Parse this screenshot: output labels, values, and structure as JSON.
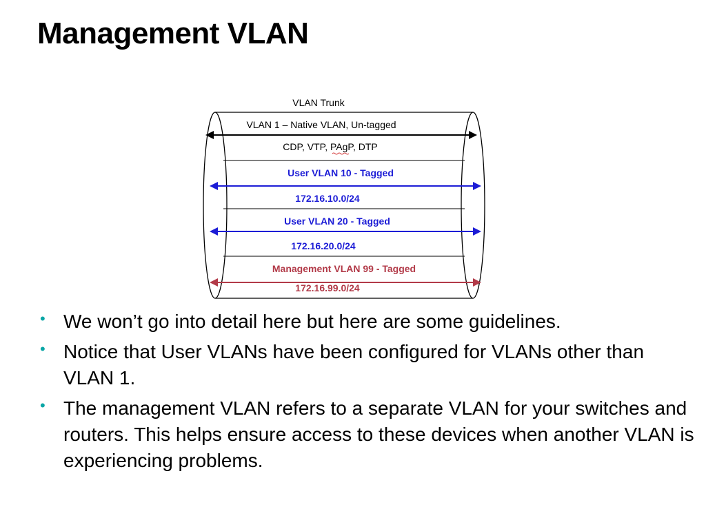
{
  "slide": {
    "title": "Management VLAN"
  },
  "diagram": {
    "trunk_title": "VLAN Trunk",
    "native": {
      "label": "VLAN 1 – Native VLAN, Un-tagged",
      "protocols": "CDP, VTP, PAgP, DTP",
      "color": "#000000"
    },
    "vlan10": {
      "label": "User VLAN 10 - Tagged",
      "subnet": "172.16.10.0/24",
      "color": "#1c1cd6"
    },
    "vlan20": {
      "label": "User VLAN 20 - Tagged",
      "subnet": "172.16.20.0/24",
      "color": "#1c1cd6"
    },
    "vlan99": {
      "label": "Management VLAN 99 - Tagged",
      "subnet": "172.16.99.0/24",
      "color": "#b23a48"
    }
  },
  "bullets": [
    "We won’t go into detail here but here are some guidelines.",
    "Notice that User VLANs have been configured for VLANs other than VLAN 1.",
    "The management VLAN refers to a separate VLAN for your switches and routers.  This helps ensure access to these devices when another VLAN is experiencing problems."
  ],
  "style": {
    "bullet_color": "#0aa6a6"
  }
}
